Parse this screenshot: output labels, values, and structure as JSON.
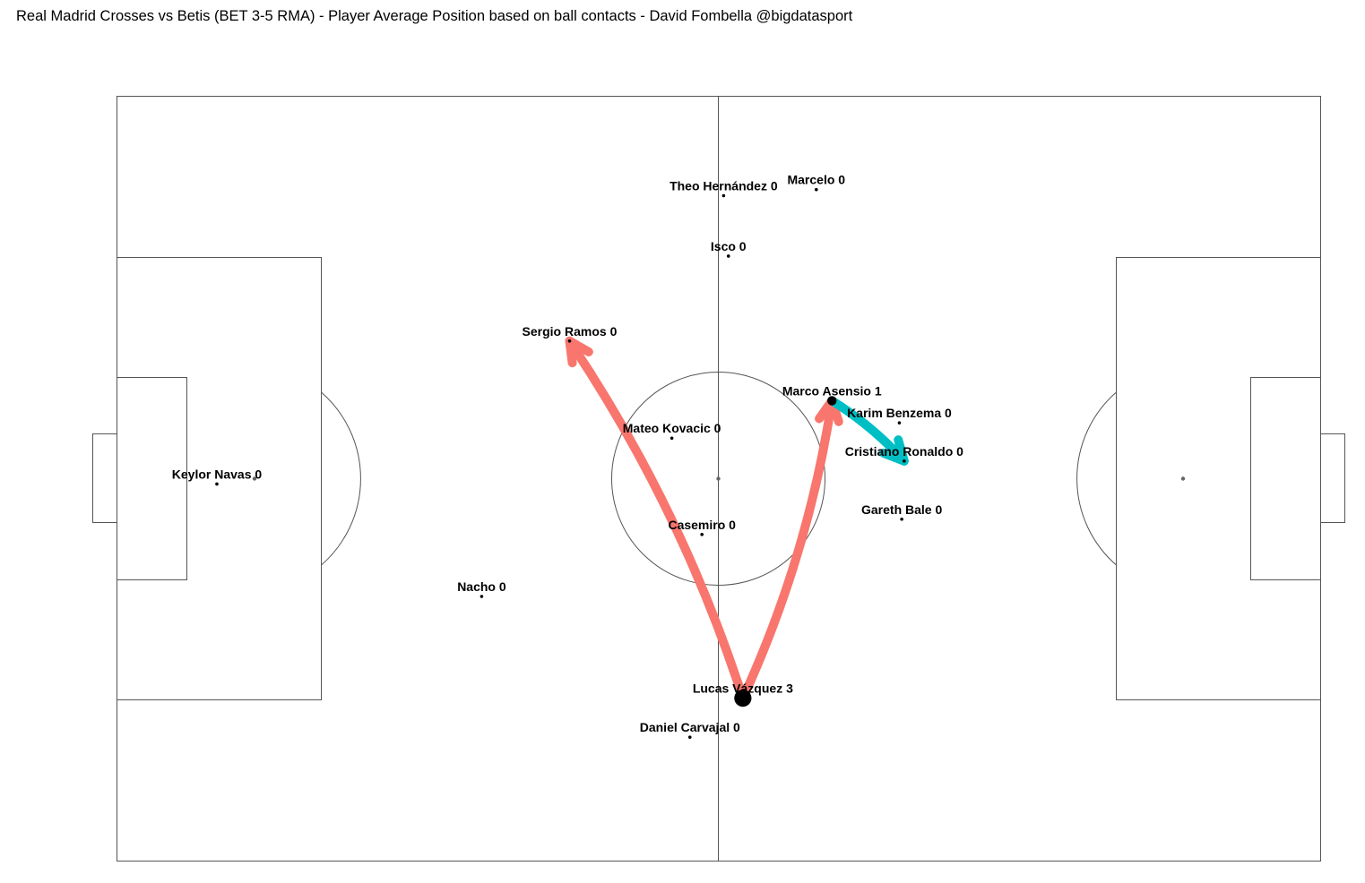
{
  "title": "Real Madrid Crosses vs Betis (BET 3-5 RMA) - Player Average Position based on ball contacts  - David Fombella @bigdatasport",
  "chart_data": {
    "type": "scatter",
    "title": "Real Madrid Crosses vs Betis (BET 3-5 RMA) - Player Average Position based on ball contacts  - David Fombella @bigdatasport",
    "xlim": [
      0,
      100
    ],
    "ylim": [
      0,
      100
    ],
    "grid": false,
    "players": [
      {
        "name": "Keylor Navas",
        "count": 0,
        "x": 8.3,
        "y": 49.3
      },
      {
        "name": "Marcelo",
        "count": 0,
        "x": 58.1,
        "y": 87.8
      },
      {
        "name": "Theo Hernández",
        "count": 0,
        "x": 50.4,
        "y": 87.0
      },
      {
        "name": "Isco",
        "count": 0,
        "x": 50.8,
        "y": 79.1
      },
      {
        "name": "Sergio Ramos",
        "count": 0,
        "x": 37.6,
        "y": 68.0
      },
      {
        "name": "Marco Asensio",
        "count": 1,
        "x": 59.4,
        "y": 60.2
      },
      {
        "name": "Karim Benzema",
        "count": 0,
        "x": 65.0,
        "y": 57.3
      },
      {
        "name": "Mateo Kovacic",
        "count": 0,
        "x": 46.1,
        "y": 55.3
      },
      {
        "name": "Cristiano Ronaldo",
        "count": 0,
        "x": 65.4,
        "y": 52.3
      },
      {
        "name": "Gareth Bale",
        "count": 0,
        "x": 65.2,
        "y": 44.7
      },
      {
        "name": "Casemiro",
        "count": 0,
        "x": 48.6,
        "y": 42.7
      },
      {
        "name": "Nacho",
        "count": 0,
        "x": 30.3,
        "y": 34.6
      },
      {
        "name": "Lucas Vázquez",
        "count": 3,
        "x": 52.0,
        "y": 21.3
      },
      {
        "name": "Daniel Carvajal",
        "count": 0,
        "x": 47.6,
        "y": 16.2
      }
    ],
    "crosses": [
      {
        "from": "Lucas Vázquez",
        "to": "Sergio Ramos",
        "color": "#F8766D"
      },
      {
        "from": "Lucas Vázquez",
        "to": "Marco Asensio",
        "color": "#F8766D"
      },
      {
        "from": "Marco Asensio",
        "to": "Cristiano Ronaldo",
        "color": "#00BFC4"
      }
    ]
  }
}
